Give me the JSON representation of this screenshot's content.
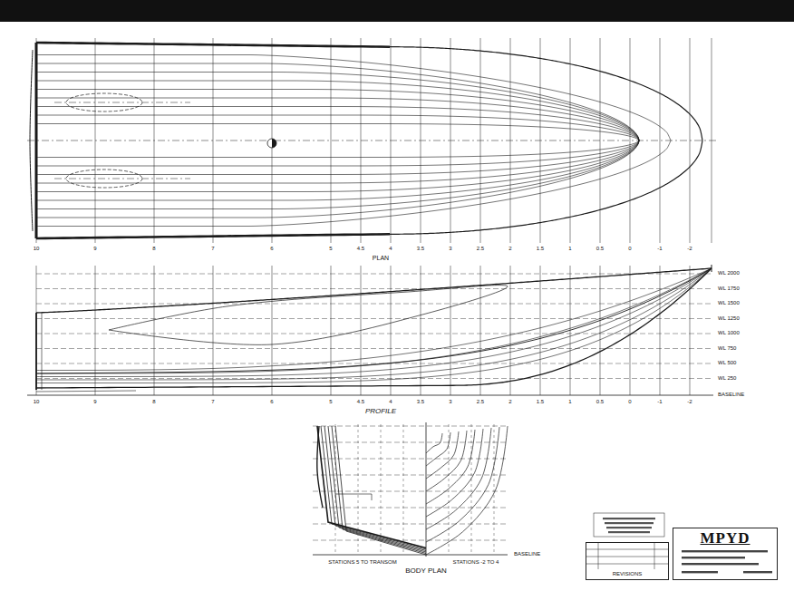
{
  "diagram": {
    "nodes": [
      {
        "text": [
          "MPYD"
        ]
      },
      {
        "text": [
          "REVISIONS"
        ]
      }
    ],
    "edges": [],
    "labels": [
      "10",
      "9",
      "8",
      "7",
      "6",
      "5",
      "4.5",
      "4",
      "3.5",
      "3",
      "2.5",
      "2",
      "1.5",
      "1",
      "0.5",
      "0",
      "-1",
      "-2",
      "PLAN",
      "10",
      "9",
      "8",
      "7",
      "6",
      "5",
      "4.5",
      "4",
      "3.5",
      "3",
      "2.5",
      "2",
      "1.5",
      "1",
      "0.5",
      "0",
      "-1",
      "-2",
      "PROFILE",
      "WL 2000",
      "WL 1750",
      "WL 1500",
      "WL 1250",
      "WL 1000",
      "WL 750",
      "WL 500",
      "WL 250",
      "BASELINE",
      "STATIONS 5 TO TRANSOM",
      "STATIONS -2 TO 4",
      "BODY PLAN",
      "BASELINE"
    ]
  }
}
